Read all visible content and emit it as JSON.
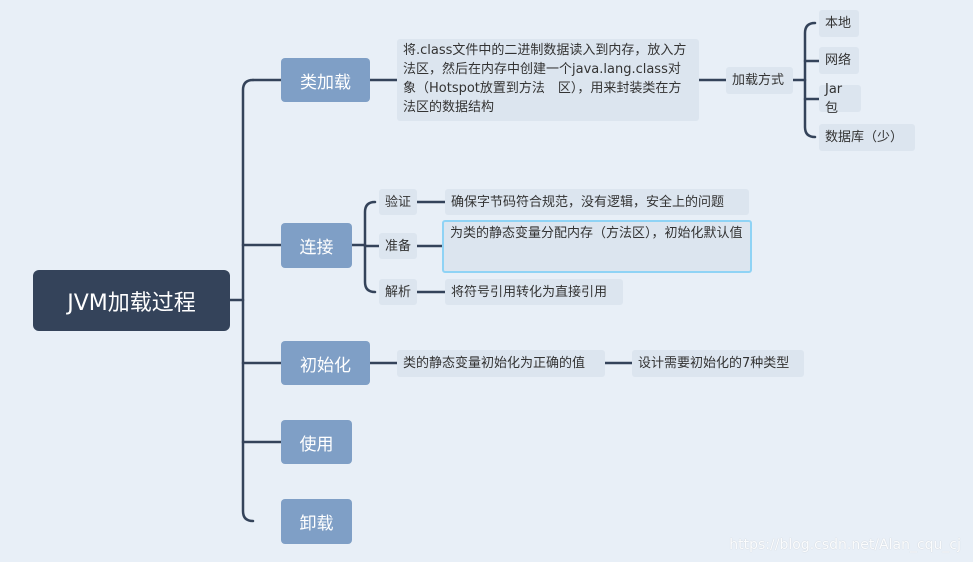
{
  "colors": {
    "background": "#e8eff7",
    "root": "#34435a",
    "branch": "#7f9fc6",
    "leaf": "#dce5ef",
    "line": "#34435a",
    "selection": "#8fd3f5"
  },
  "root": {
    "label": "JVM加载过程"
  },
  "branches": {
    "load": {
      "label": "类加载",
      "desc": "将.class文件中的二进制数据读入到内存，放入方法区，然后在内存中创建一个java.lang.class对象（Hotspot放置到方法　区），用来封装类在方法区的数据结构",
      "mode_label": "加载方式",
      "modes": [
        "本地",
        "网络",
        "Jar包",
        "数据库（少）"
      ]
    },
    "link": {
      "label": "连接",
      "steps": [
        {
          "label": "验证",
          "desc": "确保字节码符合规范，没有逻辑，安全上的问题"
        },
        {
          "label": "准备",
          "desc": "为类的静态变量分配内存（方法区），初始化默认值"
        },
        {
          "label": "解析",
          "desc": "将符号引用转化为直接引用"
        }
      ]
    },
    "init": {
      "label": "初始化",
      "desc": "类的静态变量初始化为正确的值",
      "detail": "设计需要初始化的7种类型"
    },
    "use": {
      "label": "使用"
    },
    "unload": {
      "label": "卸载"
    }
  },
  "watermark": "https://blog.csdn.net/Alan_cqu_cj"
}
